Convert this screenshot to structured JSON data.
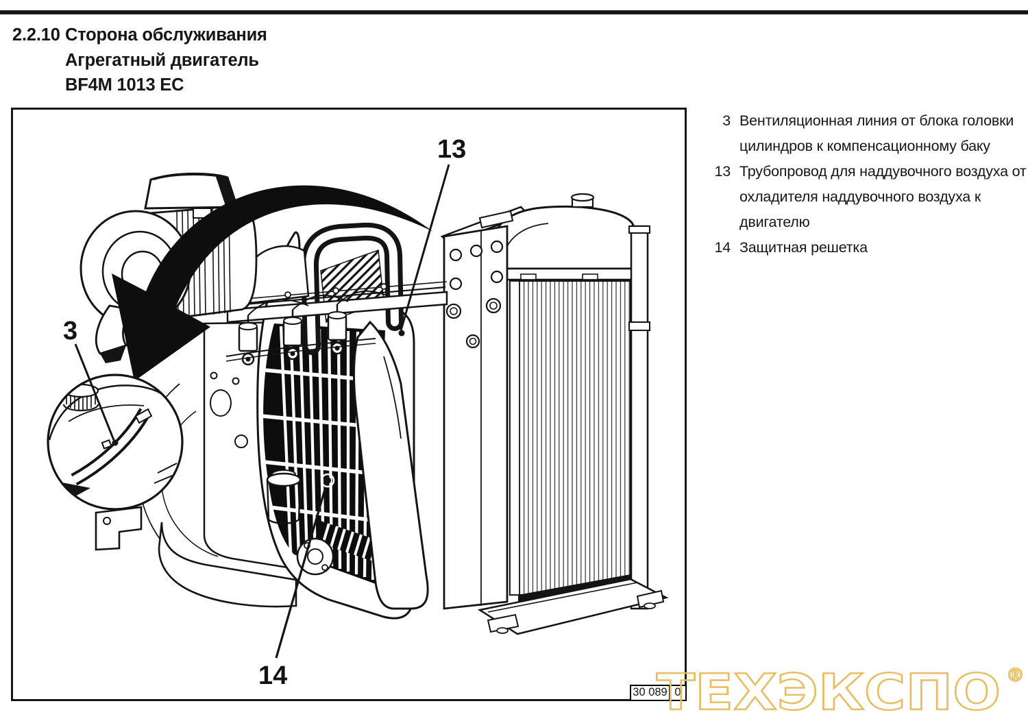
{
  "page": {
    "section_number": "2.2.10",
    "title_lines": [
      "Сторона обслуживания",
      "Агрегатный двигатель",
      "BF4M 1013 EC"
    ]
  },
  "figure": {
    "callouts": {
      "c3": "3",
      "c13": "13",
      "c14": "14"
    },
    "stamp": {
      "code": "30 089",
      "rev": "0"
    }
  },
  "legend": {
    "items": [
      {
        "num": "3",
        "text": "Вентиляционная линия от блока головки цилиндров к компенсационному баку"
      },
      {
        "num": "13",
        "text": "Трубопровод для наддувочного воздуха от охладителя наддувочного воздуха к двигателю"
      },
      {
        "num": "14",
        "text": "Защитная решетка"
      }
    ]
  },
  "watermark": {
    "text": "ТЕХЭКСПО",
    "reg": "®",
    "color": "#E8BD5F"
  },
  "colors": {
    "ink": "#141414",
    "paper": "#ffffff"
  }
}
